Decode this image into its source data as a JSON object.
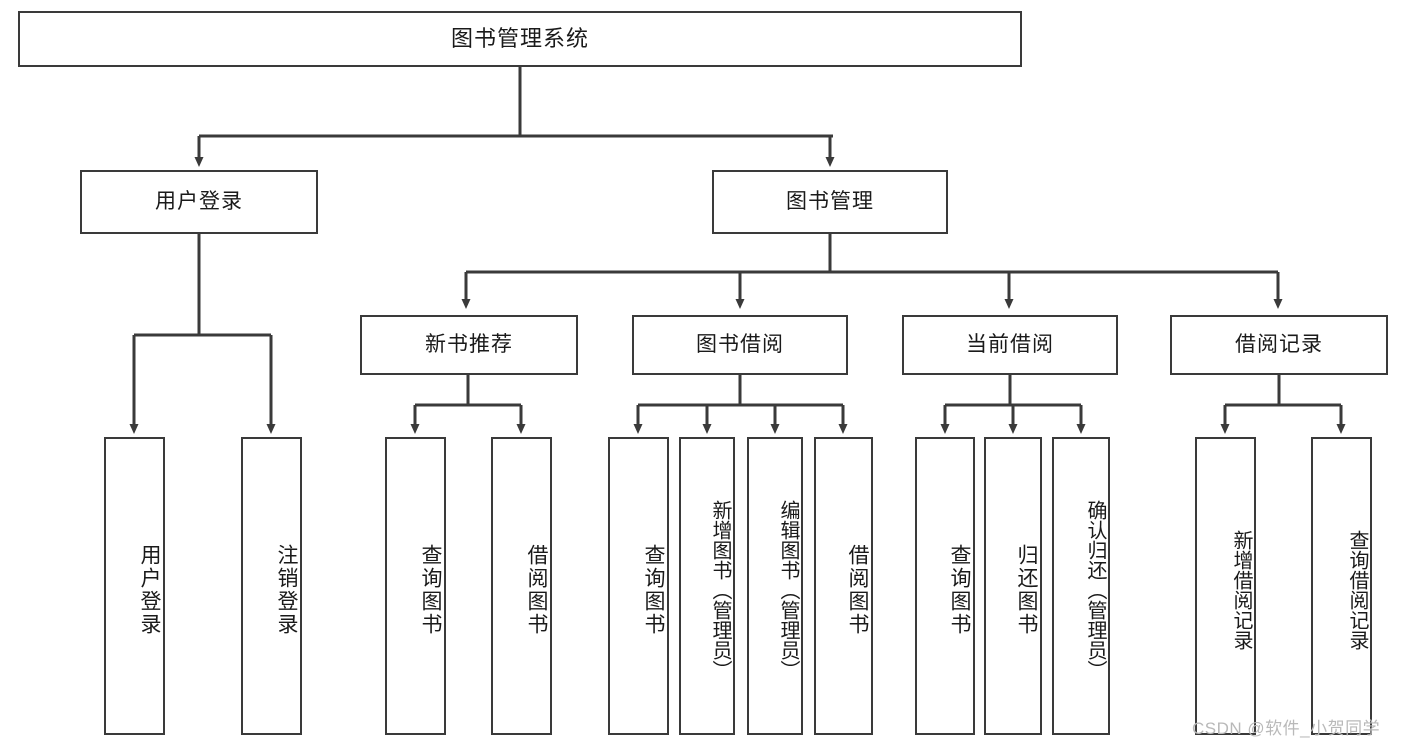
{
  "diagram": {
    "title": "图书管理系统",
    "type": "tree",
    "watermark": "CSDN @软件_小贺同学",
    "colors": {
      "stroke": "#3a3a3a",
      "fill": "#ffffff",
      "text": "#1a1a1a",
      "watermark": "#b9b9b9"
    },
    "root": {
      "label": "图书管理系统"
    },
    "level2": [
      {
        "label": "用户登录"
      },
      {
        "label": "图书管理"
      }
    ],
    "level3": [
      {
        "label": "新书推荐"
      },
      {
        "label": "图书借阅"
      },
      {
        "label": "当前借阅"
      },
      {
        "label": "借阅记录"
      }
    ],
    "leaves": {
      "user_login": [
        {
          "label": "用户登录"
        },
        {
          "label": "注销登录"
        }
      ],
      "new_book_recommend": [
        {
          "label": "查询图书"
        },
        {
          "label": "借阅图书"
        }
      ],
      "book_borrow": [
        {
          "label": "查询图书"
        },
        {
          "label": "新增图书（管理员）"
        },
        {
          "label": "编辑图书（管理员）"
        },
        {
          "label": "借阅图书"
        }
      ],
      "current_borrow": [
        {
          "label": "查询图书"
        },
        {
          "label": "归还图书"
        },
        {
          "label": "确认归还（管理员）"
        }
      ],
      "borrow_record": [
        {
          "label": "新增借阅记录"
        },
        {
          "label": "查询借阅记录"
        }
      ]
    }
  }
}
